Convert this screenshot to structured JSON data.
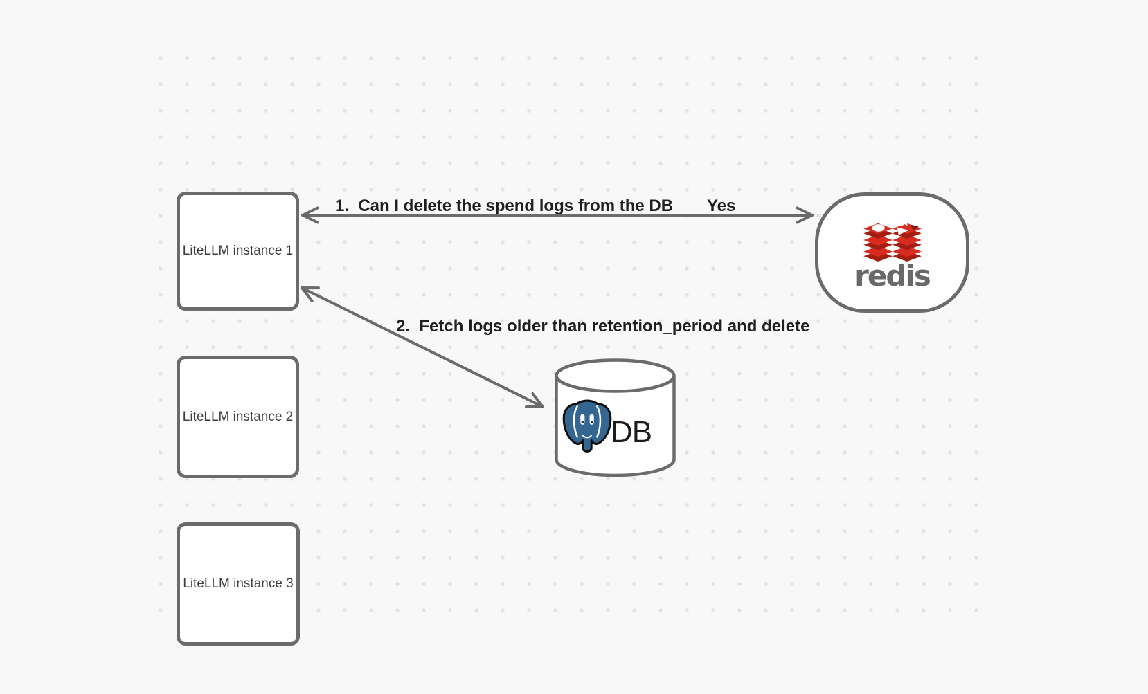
{
  "diagram": {
    "background_color": "#f8f8f8",
    "dot_color": "#e3e3e3",
    "stroke_color": "#6b6b6b",
    "label_color": "#1f1f1f",
    "brand_colors": {
      "redis_red": "#D82C20",
      "redis_dark_red": "#A41E11",
      "postgres_blue": "#336791"
    },
    "nodes": {
      "instances": [
        {
          "label": "LiteLLM instance 1"
        },
        {
          "label": "LiteLLM instance 2"
        },
        {
          "label": "LiteLLM instance 3"
        }
      ],
      "redis": {
        "wordmark": "redis"
      },
      "db": {
        "label": "DB"
      }
    },
    "edges": [
      {
        "label": "1.  Can I delete the spend logs from the DB",
        "response": "Yes"
      },
      {
        "label": "2.  Fetch logs older than retention_period and delete"
      }
    ]
  }
}
